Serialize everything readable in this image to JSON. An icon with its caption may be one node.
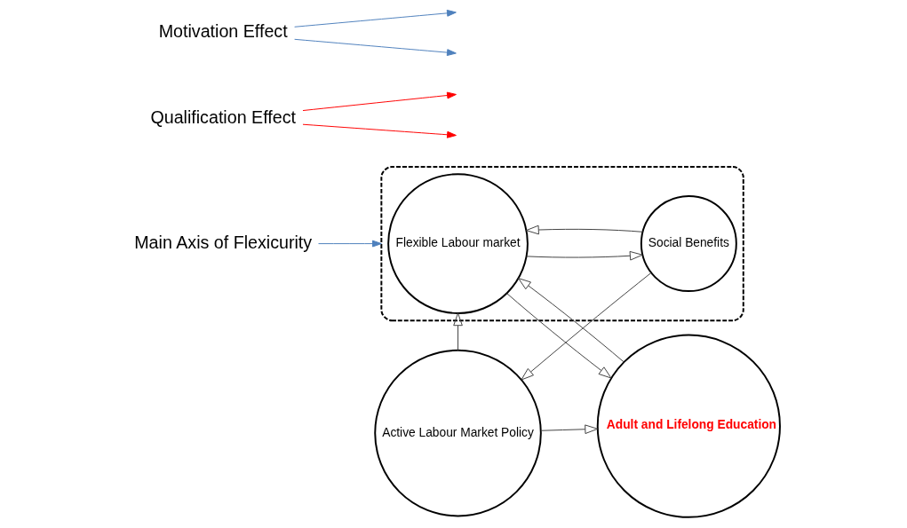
{
  "diagram": {
    "nodes": [
      {
        "text": [
          "Main Axis of Flexicurity"
        ]
      },
      {
        "text": [],
        "shape": "ellipse"
      },
      {
        "text": [
          "Flexible Labour market"
        ],
        "in": 1
      },
      {
        "text": [
          "Social Benefits"
        ],
        "in": 1
      },
      {
        "text": [
          "Adult and Lifelong Education"
        ]
      },
      {
        "text": [
          "Active Labour Market Policy"
        ]
      },
      {
        "text": [
          "Qualification Effect"
        ]
      },
      {
        "text": [
          "Motivation Effect"
        ]
      }
    ],
    "edges": [
      {
        "from": 0,
        "to": 1,
        "arrow": "to",
        "color": "#4f81bd"
      },
      {
        "from": 2,
        "to": 4,
        "arrow": "to"
      },
      {
        "from": 4,
        "to": 2,
        "arrow": "to"
      },
      {
        "from": 2,
        "to": 3,
        "arrow": "to"
      },
      {
        "from": 3,
        "to": 2,
        "arrow": "to"
      },
      {
        "from": 3,
        "to": 5,
        "arrow": "to"
      },
      {
        "from": 5,
        "to": 2,
        "arrow": "to"
      },
      {
        "from": 5,
        "to": 4,
        "arrow": "to"
      },
      {
        "from": 6,
        "to": null,
        "arrow": "to",
        "color": "#ff0000"
      },
      {
        "from": 6,
        "to": null,
        "arrow": "to",
        "color": "#ff0000"
      },
      {
        "from": 7,
        "to": null,
        "arrow": "to",
        "color": "#4f81bd"
      },
      {
        "from": 7,
        "to": null,
        "arrow": "to",
        "color": "#4f81bd"
      }
    ]
  }
}
